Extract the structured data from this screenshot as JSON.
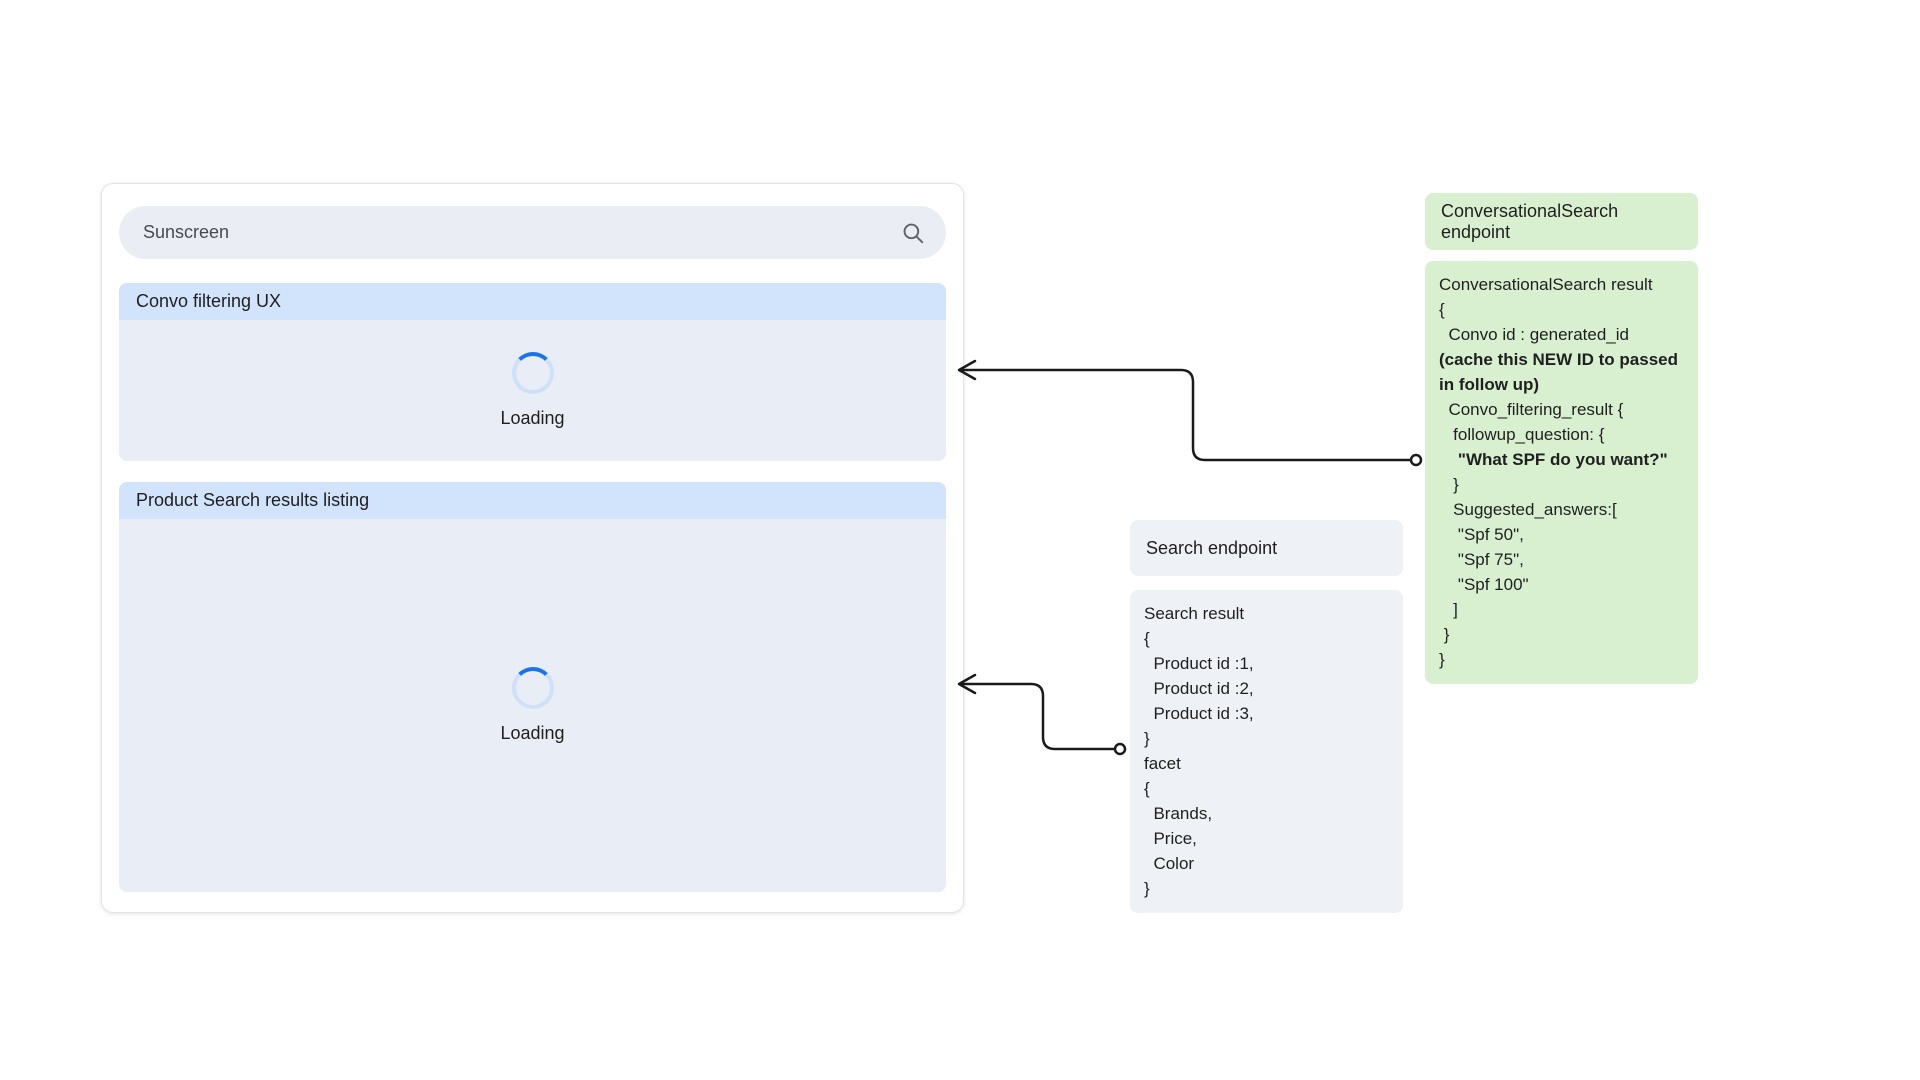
{
  "panel": {
    "search": {
      "value": "Sunscreen",
      "icon": "search-icon"
    },
    "sections": [
      {
        "title": "Convo filtering UX",
        "loading_label": "Loading"
      },
      {
        "title": "Product Search results listing",
        "loading_label": "Loading"
      }
    ]
  },
  "notes": {
    "convo_endpoint": {
      "title": "ConversationalSearch endpoint"
    },
    "convo_result": {
      "lines": [
        [
          {
            "t": "ConversationalSearch result"
          }
        ],
        [
          {
            "t": "{"
          }
        ],
        [
          {
            "t": "  Convo id : generated_id "
          },
          {
            "t": "(cache this NEW ID to passed in follow up)",
            "b": true
          }
        ],
        [
          {
            "t": "  Convo_filtering_result {"
          }
        ],
        [
          {
            "t": "   followup_question: {"
          }
        ],
        [
          {
            "t": "    "
          },
          {
            "t": "\"What SPF do you want?\"",
            "b": true
          }
        ],
        [
          {
            "t": "   }"
          }
        ],
        [
          {
            "t": "   Suggested_answers:["
          }
        ],
        [
          {
            "t": "    \"Spf 50\","
          }
        ],
        [
          {
            "t": "    \"Spf 75\","
          }
        ],
        [
          {
            "t": "    \"Spf 100\""
          }
        ],
        [
          {
            "t": "   ]"
          }
        ],
        [
          {
            "t": " }"
          }
        ],
        [
          {
            "t": "}"
          }
        ]
      ]
    },
    "search_endpoint": {
      "title": "Search endpoint"
    },
    "search_result": {
      "lines": [
        [
          {
            "t": "Search result"
          }
        ],
        [
          {
            "t": "{"
          }
        ],
        [
          {
            "t": "  Product id :1,"
          }
        ],
        [
          {
            "t": "  Product id :2,"
          }
        ],
        [
          {
            "t": "  Product id :3,"
          }
        ],
        [
          {
            "t": "}"
          }
        ],
        [
          {
            "t": "facet"
          }
        ],
        [
          {
            "t": "{"
          }
        ],
        [
          {
            "t": "  Brands,"
          }
        ],
        [
          {
            "t": "  Price,"
          }
        ],
        [
          {
            "t": "  Color"
          }
        ],
        [
          {
            "t": "}"
          }
        ]
      ]
    }
  },
  "colors": {
    "section_header_bg": "#d2e3fc",
    "loading_area_bg": "#e9edf5",
    "search_bar_bg": "#eaeef4",
    "green_note_bg": "#d8efd0",
    "gray_note_bg": "#eef1f5",
    "spinner_track": "#cfe0f8",
    "spinner_arc": "#1a73e8",
    "arrow": "#1a1a1a"
  }
}
